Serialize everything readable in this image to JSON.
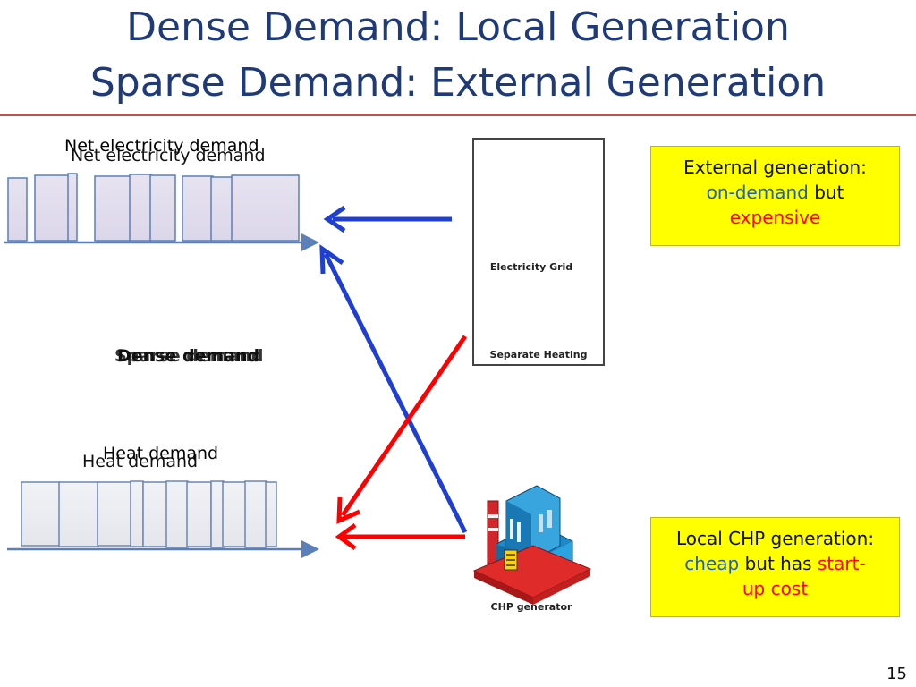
{
  "title": {
    "line1": "Dense Demand: Local Generation",
    "line2": "Sparse Demand: External Generation"
  },
  "labels": {
    "net_electricity_demand": "Net electricity demand",
    "heat_demand": "Heat demand",
    "dense_demand": "Dense demand",
    "sparse_demand": "Sparse demand"
  },
  "external_box": {
    "line1": "External generation:",
    "on_demand": "on-demand",
    "but": "but",
    "expensive": "expensive"
  },
  "local_box": {
    "line1": "Local CHP generation:",
    "cheap": "cheap",
    "but_has": "but has",
    "start": "start-",
    "up_cost": "up cost"
  },
  "icons": {
    "electricity_grid": "Electricity Grid",
    "separate_heating": "Separate Heating",
    "chp_generator": "CHP generator"
  },
  "page_number": "15",
  "colors": {
    "title": "#1f3a78",
    "rule": "#c0504d",
    "box": "#ffff00",
    "arrow_blue": "#1f3fd0",
    "arrow_red": "#ff0000"
  }
}
